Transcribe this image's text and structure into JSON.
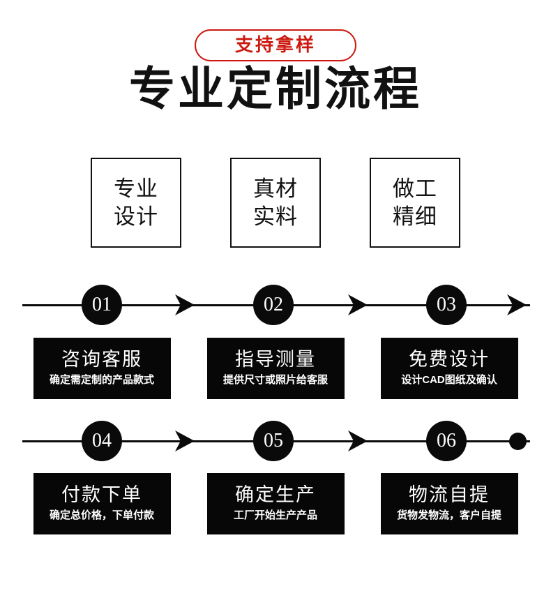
{
  "badge": {
    "label": "支持拿样",
    "border_color": "#cc1a10",
    "text_color": "#cc1a10"
  },
  "title": {
    "text": "专业定制流程",
    "color": "#111111"
  },
  "features": [
    {
      "line1": "专业",
      "line2": "设计"
    },
    {
      "line1": "真材",
      "line2": "实料"
    },
    {
      "line1": "做工",
      "line2": "精细"
    }
  ],
  "rows": [
    {
      "steps": [
        {
          "number": "01",
          "title": "咨询客服",
          "subtitle": "确定需定制的产品款式"
        },
        {
          "number": "02",
          "title": "指导测量",
          "subtitle": "提供尺寸或照片给客服"
        },
        {
          "number": "03",
          "title": "免费设计",
          "subtitle": "设计CAD图纸及确认"
        }
      ],
      "end_marker": "arrow-icon"
    },
    {
      "steps": [
        {
          "number": "04",
          "title": "付款下单",
          "subtitle": "确定总价格，下单付款"
        },
        {
          "number": "05",
          "title": "确定生产",
          "subtitle": "工厂开始生产产品"
        },
        {
          "number": "06",
          "title": "物流自提",
          "subtitle": "货物发物流，客户自提"
        }
      ],
      "end_marker": "dot-icon"
    }
  ],
  "colors": {
    "ink": "#0a0a0a",
    "card_bg": "#070707",
    "accent_red": "#cc1a10",
    "background": "#ffffff"
  }
}
